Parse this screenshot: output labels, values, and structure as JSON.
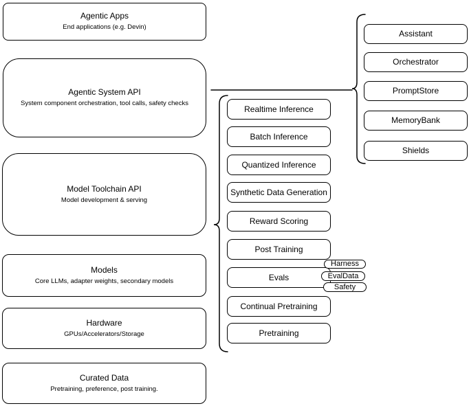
{
  "diagram": {
    "left_column": [
      {
        "title": "Agentic Apps",
        "subtitle": "End applications (e.g. Devin)"
      },
      {
        "title": "Agentic System API",
        "subtitle": "System component orchestration, tool calls, safety checks"
      },
      {
        "title": "Model Toolchain API",
        "subtitle": "Model development & serving"
      },
      {
        "title": "Models",
        "subtitle": "Core LLMs, adapter weights, secondary models"
      },
      {
        "title": "Hardware",
        "subtitle": "GPUs/Accelerators/Storage"
      },
      {
        "title": "Curated Data",
        "subtitle": "Pretraining, preference, post training."
      }
    ],
    "toolchain_components": [
      "Realtime Inference",
      "Batch Inference",
      "Quantized Inference",
      "Synthetic Data Generation",
      "Reward Scoring",
      "Post Training",
      "Evals",
      "Continual Pretraining",
      "Pretraining"
    ],
    "evals_pills": [
      "Harness",
      "EvalData",
      "Safety"
    ],
    "system_components": [
      "Assistant",
      "Orchestrator",
      "PromptStore",
      "MemoryBank",
      "Shields"
    ],
    "colors": {
      "background": "#ffffff",
      "shape_fill": "#ffffff",
      "stroke": "#000000",
      "text": "#000000"
    }
  }
}
